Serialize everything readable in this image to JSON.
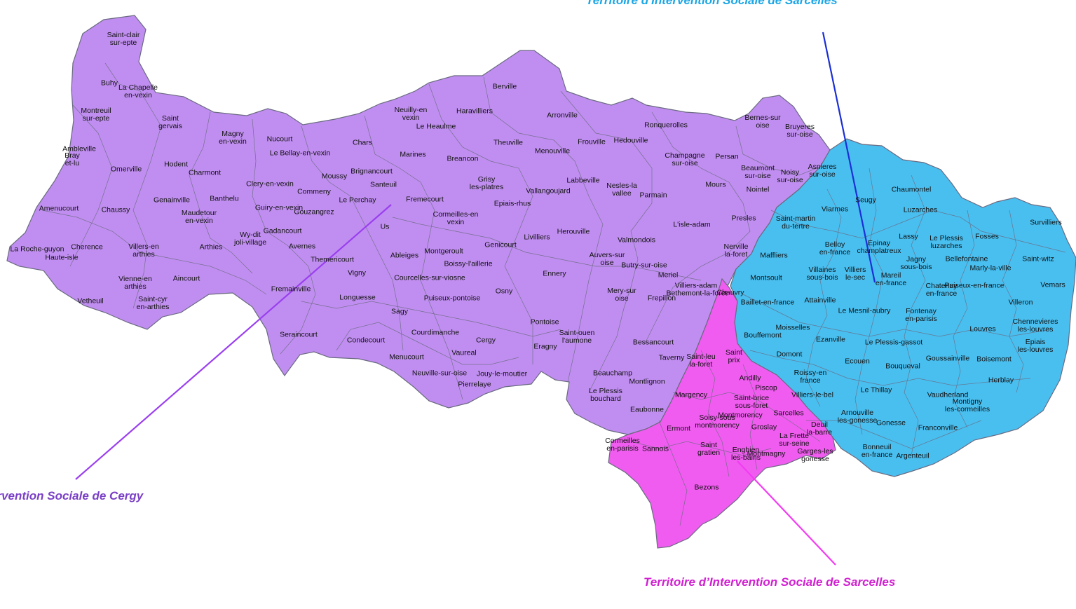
{
  "colors": {
    "cergy_fill": "#c08ef0",
    "sarcelles_east_fill": "#49bff0",
    "sarcelles_south_fill": "#f05cf0",
    "border": "#6a6a80",
    "caption_blue": "#1ba6e6",
    "caption_purple": "#7a3fc6",
    "caption_magenta": "#d11fd1",
    "leader_blue": "#1b2fd6",
    "leader_purple": "#9a3ff0",
    "leader_magenta": "#f23cf2"
  },
  "captions": {
    "sarcelles_top": "Territoire d'Intervention Sociale de Sarcelles",
    "cergy": "ervention Sociale de Cergy",
    "sarcelles_bottom": "Territoire d’Intervention Sociale de Sarcelles"
  },
  "communes": [
    {
      "label": "Saint-clair\nsur-epte"
    },
    {
      "label": "Buhy"
    },
    {
      "label": "La Chapelle\nen-vexin"
    },
    {
      "label": "Montreuil\nsur-epte"
    },
    {
      "label": "Saint\ngervais"
    },
    {
      "label": "Ambleville"
    },
    {
      "label": "Magny\nen-vexin"
    },
    {
      "label": "Nucourt"
    },
    {
      "label": "Bray\net-lu"
    },
    {
      "label": "Omerville"
    },
    {
      "label": "Hodent"
    },
    {
      "label": "Charmont"
    },
    {
      "label": "Le Bellay-en-vexin"
    },
    {
      "label": "Chars"
    },
    {
      "label": "Neuilly-en\nvexin"
    },
    {
      "label": "Le Heaulme"
    },
    {
      "label": "Haravilliers"
    },
    {
      "label": "Berville"
    },
    {
      "label": "Arronville"
    },
    {
      "label": "Theuville"
    },
    {
      "label": "Menouville"
    },
    {
      "label": "Frouville"
    },
    {
      "label": "Hedouville"
    },
    {
      "label": "Ronquerolles"
    },
    {
      "label": "Bernes-sur\noise"
    },
    {
      "label": "Bruyeres\nsur-oise"
    },
    {
      "label": "Marines"
    },
    {
      "label": "Breancon"
    },
    {
      "label": "Amenucourt"
    },
    {
      "label": "Chaussy"
    },
    {
      "label": "Genainville"
    },
    {
      "label": "Banthelu"
    },
    {
      "label": "Clery-en-vexin"
    },
    {
      "label": "Moussy"
    },
    {
      "label": "Brignancourt"
    },
    {
      "label": "Santeuil"
    },
    {
      "label": "Commeny"
    },
    {
      "label": "Guiry-en-vexin"
    },
    {
      "label": "Gouzangrez"
    },
    {
      "label": "Le Perchay"
    },
    {
      "label": "Fremecourt"
    },
    {
      "label": "Grisy\nles-platres"
    },
    {
      "label": "Vallangoujard"
    },
    {
      "label": "Labbeville"
    },
    {
      "label": "Epiais-rhus"
    },
    {
      "label": "Nesles-la\nvallee"
    },
    {
      "label": "Parmain"
    },
    {
      "label": "Champagne\nsur-oise"
    },
    {
      "label": "Persan"
    },
    {
      "label": "Beaumont\nsur-oise"
    },
    {
      "label": "Noisy\nsur-oise"
    },
    {
      "label": "Asnieres\nsur-oise"
    },
    {
      "label": "Mours"
    },
    {
      "label": "Nointel"
    },
    {
      "label": "Maudetour\nen-vexin"
    },
    {
      "label": "Gadancourt"
    },
    {
      "label": "Wy-dit\njoli-village"
    },
    {
      "label": "Arthies"
    },
    {
      "label": "Avernes"
    },
    {
      "label": "Us"
    },
    {
      "label": "Cormeilles-en\nvexin"
    },
    {
      "label": "Livilliers"
    },
    {
      "label": "Herouville"
    },
    {
      "label": "Valmondois"
    },
    {
      "label": "L'isle-adam"
    },
    {
      "label": "Presles"
    },
    {
      "label": "La Roche-guyon"
    },
    {
      "label": "Haute-isle"
    },
    {
      "label": "Cherence"
    },
    {
      "label": "Villers-en\narthies"
    },
    {
      "label": "Themericourt"
    },
    {
      "label": "Ableiges"
    },
    {
      "label": "Montgeroult"
    },
    {
      "label": "Boissy-l'aillerie"
    },
    {
      "label": "Genicourt"
    },
    {
      "label": "Vigny"
    },
    {
      "label": "Auvers-sur\noise"
    },
    {
      "label": "Butry-sur-oise"
    },
    {
      "label": "Nerville\nla-foret"
    },
    {
      "label": "Maffliers"
    },
    {
      "label": "Saint-martin\ndu-tertre"
    },
    {
      "label": "Viarmes"
    },
    {
      "label": "Seugy"
    },
    {
      "label": "Chaumontel"
    },
    {
      "label": "Luzarches"
    },
    {
      "label": "Belloy\nen-france"
    },
    {
      "label": "Epinay\nchamplatreux"
    },
    {
      "label": "Lassy"
    },
    {
      "label": "Le Plessis\nluzarches"
    },
    {
      "label": "Fosses"
    },
    {
      "label": "Survilliers"
    },
    {
      "label": "Jagny\nsous-bois"
    },
    {
      "label": "Bellefontaine"
    },
    {
      "label": "Marly-la-ville"
    },
    {
      "label": "Saint-witz"
    },
    {
      "label": "Vienne-en\narthies"
    },
    {
      "label": "Aincourt"
    },
    {
      "label": "Vetheuil"
    },
    {
      "label": "Saint-cyr\nen-arthies"
    },
    {
      "label": "Fremainville"
    },
    {
      "label": "Longuesse"
    },
    {
      "label": "Courcelles-sur-viosne"
    },
    {
      "label": "Puiseux-pontoise"
    },
    {
      "label": "Osny"
    },
    {
      "label": "Ennery"
    },
    {
      "label": "Meriel"
    },
    {
      "label": "Villiers-adam"
    },
    {
      "label": "Montsoult"
    },
    {
      "label": "Villaines\nsous-bois"
    },
    {
      "label": "Villiers\nle-sec"
    },
    {
      "label": "Mareil\nen-france"
    },
    {
      "label": "Chatenay\nen-france"
    },
    {
      "label": "Puiseux-en-france"
    },
    {
      "label": "Vemars"
    },
    {
      "label": "Sagy"
    },
    {
      "label": "Pontoise"
    },
    {
      "label": "Mery-sur\noise"
    },
    {
      "label": "Frepillon"
    },
    {
      "label": "Bethemont-la-foret"
    },
    {
      "label": "Chauvry"
    },
    {
      "label": "Baillet-en-france"
    },
    {
      "label": "Attainville"
    },
    {
      "label": "Le Mesnil-aubry"
    },
    {
      "label": "Fontenay\nen-parisis"
    },
    {
      "label": "Villeron"
    },
    {
      "label": "Seraincourt"
    },
    {
      "label": "Condecourt"
    },
    {
      "label": "Courdimanche"
    },
    {
      "label": "Cergy"
    },
    {
      "label": "Saint-ouen\nl'aumone"
    },
    {
      "label": "Bessancourt"
    },
    {
      "label": "Moisselles"
    },
    {
      "label": "Bouffemont"
    },
    {
      "label": "Ezanville"
    },
    {
      "label": "Le Plessis-gassot"
    },
    {
      "label": "Louvres"
    },
    {
      "label": "Chennevieres\nles-louvres"
    },
    {
      "label": "Epiais\nles-louvres"
    },
    {
      "label": "Menucourt"
    },
    {
      "label": "Vaureal"
    },
    {
      "label": "Eragny"
    },
    {
      "label": "Taverny"
    },
    {
      "label": "Saint-leu\nla-foret"
    },
    {
      "label": "Saint\nprix"
    },
    {
      "label": "Domont"
    },
    {
      "label": "Ecouen"
    },
    {
      "label": "Bouqueval"
    },
    {
      "label": "Goussainville"
    },
    {
      "label": "Boisemont"
    },
    {
      "label": "Neuville-sur-oise"
    },
    {
      "label": "Jouy-le-moutier"
    },
    {
      "label": "Pierrelaye"
    },
    {
      "label": "Beauchamp"
    },
    {
      "label": "Montlignon"
    },
    {
      "label": "Andilly"
    },
    {
      "label": "Piscop"
    },
    {
      "label": "Roissy-en\nfrance"
    },
    {
      "label": "Herblay"
    },
    {
      "label": "Le Plessis\nbouchard"
    },
    {
      "label": "Margency"
    },
    {
      "label": "Saint-brice\nsous-foret"
    },
    {
      "label": "Villiers-le-bel"
    },
    {
      "label": "Le Thillay"
    },
    {
      "label": "Vaudherland"
    },
    {
      "label": "Montigny\nles-cormeilles"
    },
    {
      "label": "Eaubonne"
    },
    {
      "label": "Montmorency"
    },
    {
      "label": "Sarcelles"
    },
    {
      "label": "Arnouville\nles-gonesse"
    },
    {
      "label": "Gonesse"
    },
    {
      "label": "Franconville"
    },
    {
      "label": "Ermont"
    },
    {
      "label": "Soisy-sous\nmontmorency"
    },
    {
      "label": "Groslay"
    },
    {
      "label": "Deuil\nla-barre"
    },
    {
      "label": "La Frette\nsur-seine"
    },
    {
      "label": "Cormeilles\nen-parisis"
    },
    {
      "label": "Sannois"
    },
    {
      "label": "Saint\ngratien"
    },
    {
      "label": "Enghien\nles-bains"
    },
    {
      "label": "Montmagny"
    },
    {
      "label": "Garges-les\ngonesse"
    },
    {
      "label": "Bonneuil\nen-france"
    },
    {
      "label": "Argenteuil"
    },
    {
      "label": "Bezons"
    }
  ]
}
